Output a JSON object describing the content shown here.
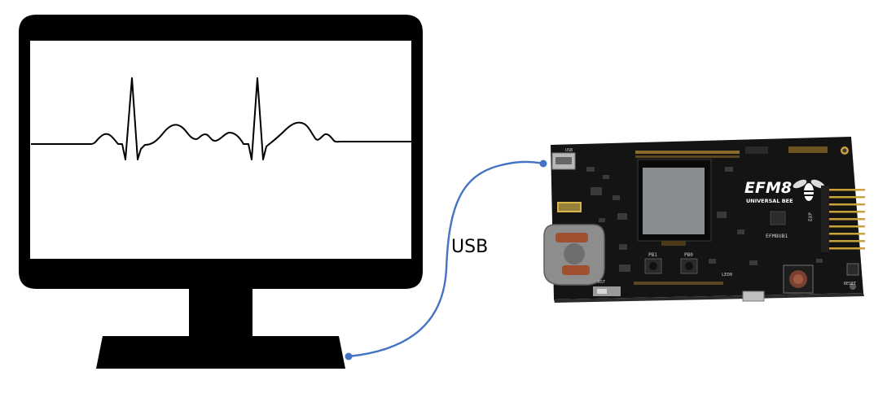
{
  "connection": {
    "label": "USB"
  },
  "board": {
    "brand": "EFM8",
    "subtitle": "UNIVERSAL BEE",
    "model_marking": "EFM8UB1",
    "button_labels": [
      "PB1",
      "PB0"
    ],
    "led_label": "LED0",
    "exp_label": "EXP",
    "reset_label": "RESET",
    "rst_label": "RST",
    "usb_label": "USB"
  },
  "colors": {
    "cable": "#4472c4",
    "monitor": "#000000",
    "screen": "#ffffff",
    "waveform": "#000000",
    "pcb": "#141414",
    "lcd": "#8a8d90",
    "pins": "#c9a23a"
  },
  "icons": [
    "monitor-icon",
    "ecg-waveform-icon",
    "bee-logo-icon",
    "usb-cable-icon"
  ]
}
